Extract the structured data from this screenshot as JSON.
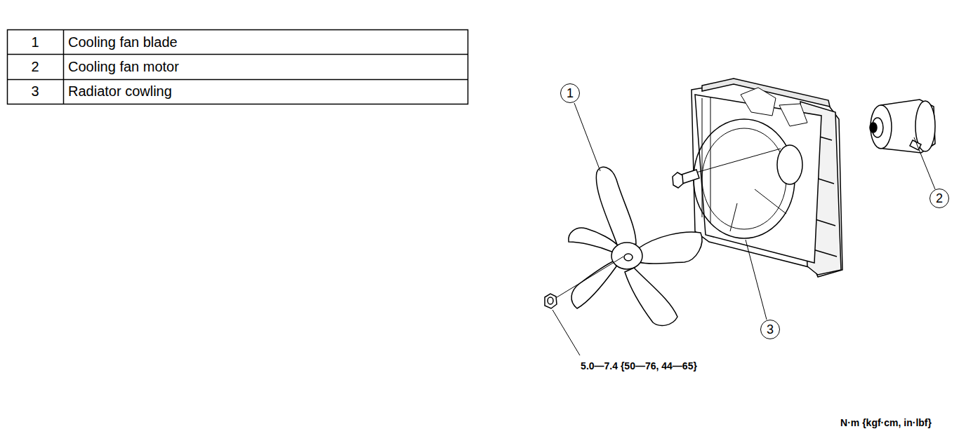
{
  "diagram": {
    "nodes": [
      {
        "text": [
          "1"
        ]
      },
      {
        "text": [
          "2"
        ]
      },
      {
        "text": [
          "3"
        ]
      }
    ],
    "labels": [
      "1",
      "Cooling fan blade",
      "2",
      "Cooling fan motor",
      "3",
      "Radiator cowling",
      "5.0—7.4 {50—76, 44—65}",
      "N·m {kgf·cm, in·lbf}"
    ]
  }
}
